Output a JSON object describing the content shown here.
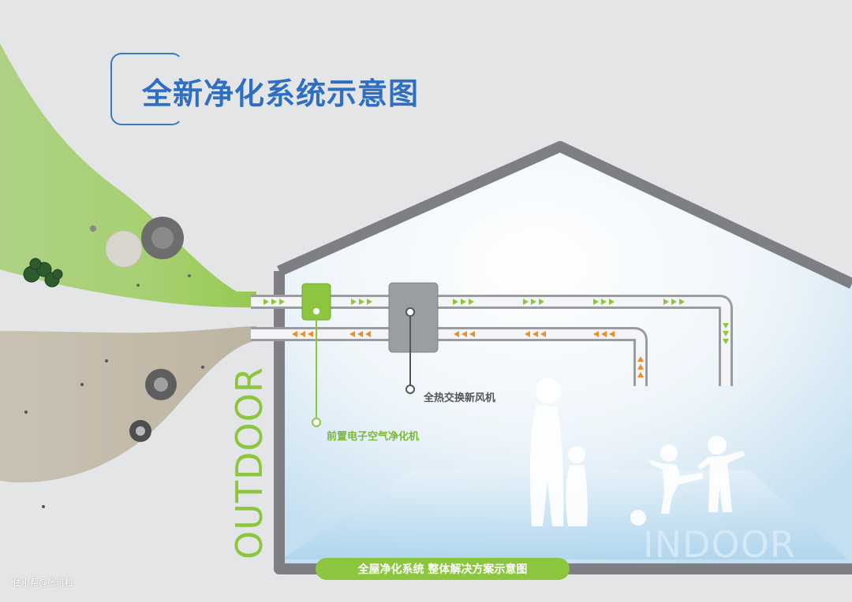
{
  "title": "全新净化系统示意图",
  "labels": {
    "outdoor": "OUTDOOR",
    "indoor": "INDOOR",
    "heat_exchanger": "全热交换新风机",
    "pre_purifier": "前置电子空气净化机"
  },
  "banner": "全屋净化系统  整体解决方案示意图",
  "watermark": "住小帮@张可粒",
  "colors": {
    "title": "#2e6fc2",
    "green": "#8cc63f",
    "orange": "#f08c2a",
    "house_outline": "#7d7f84",
    "unit_gray": "#9a9da2"
  }
}
